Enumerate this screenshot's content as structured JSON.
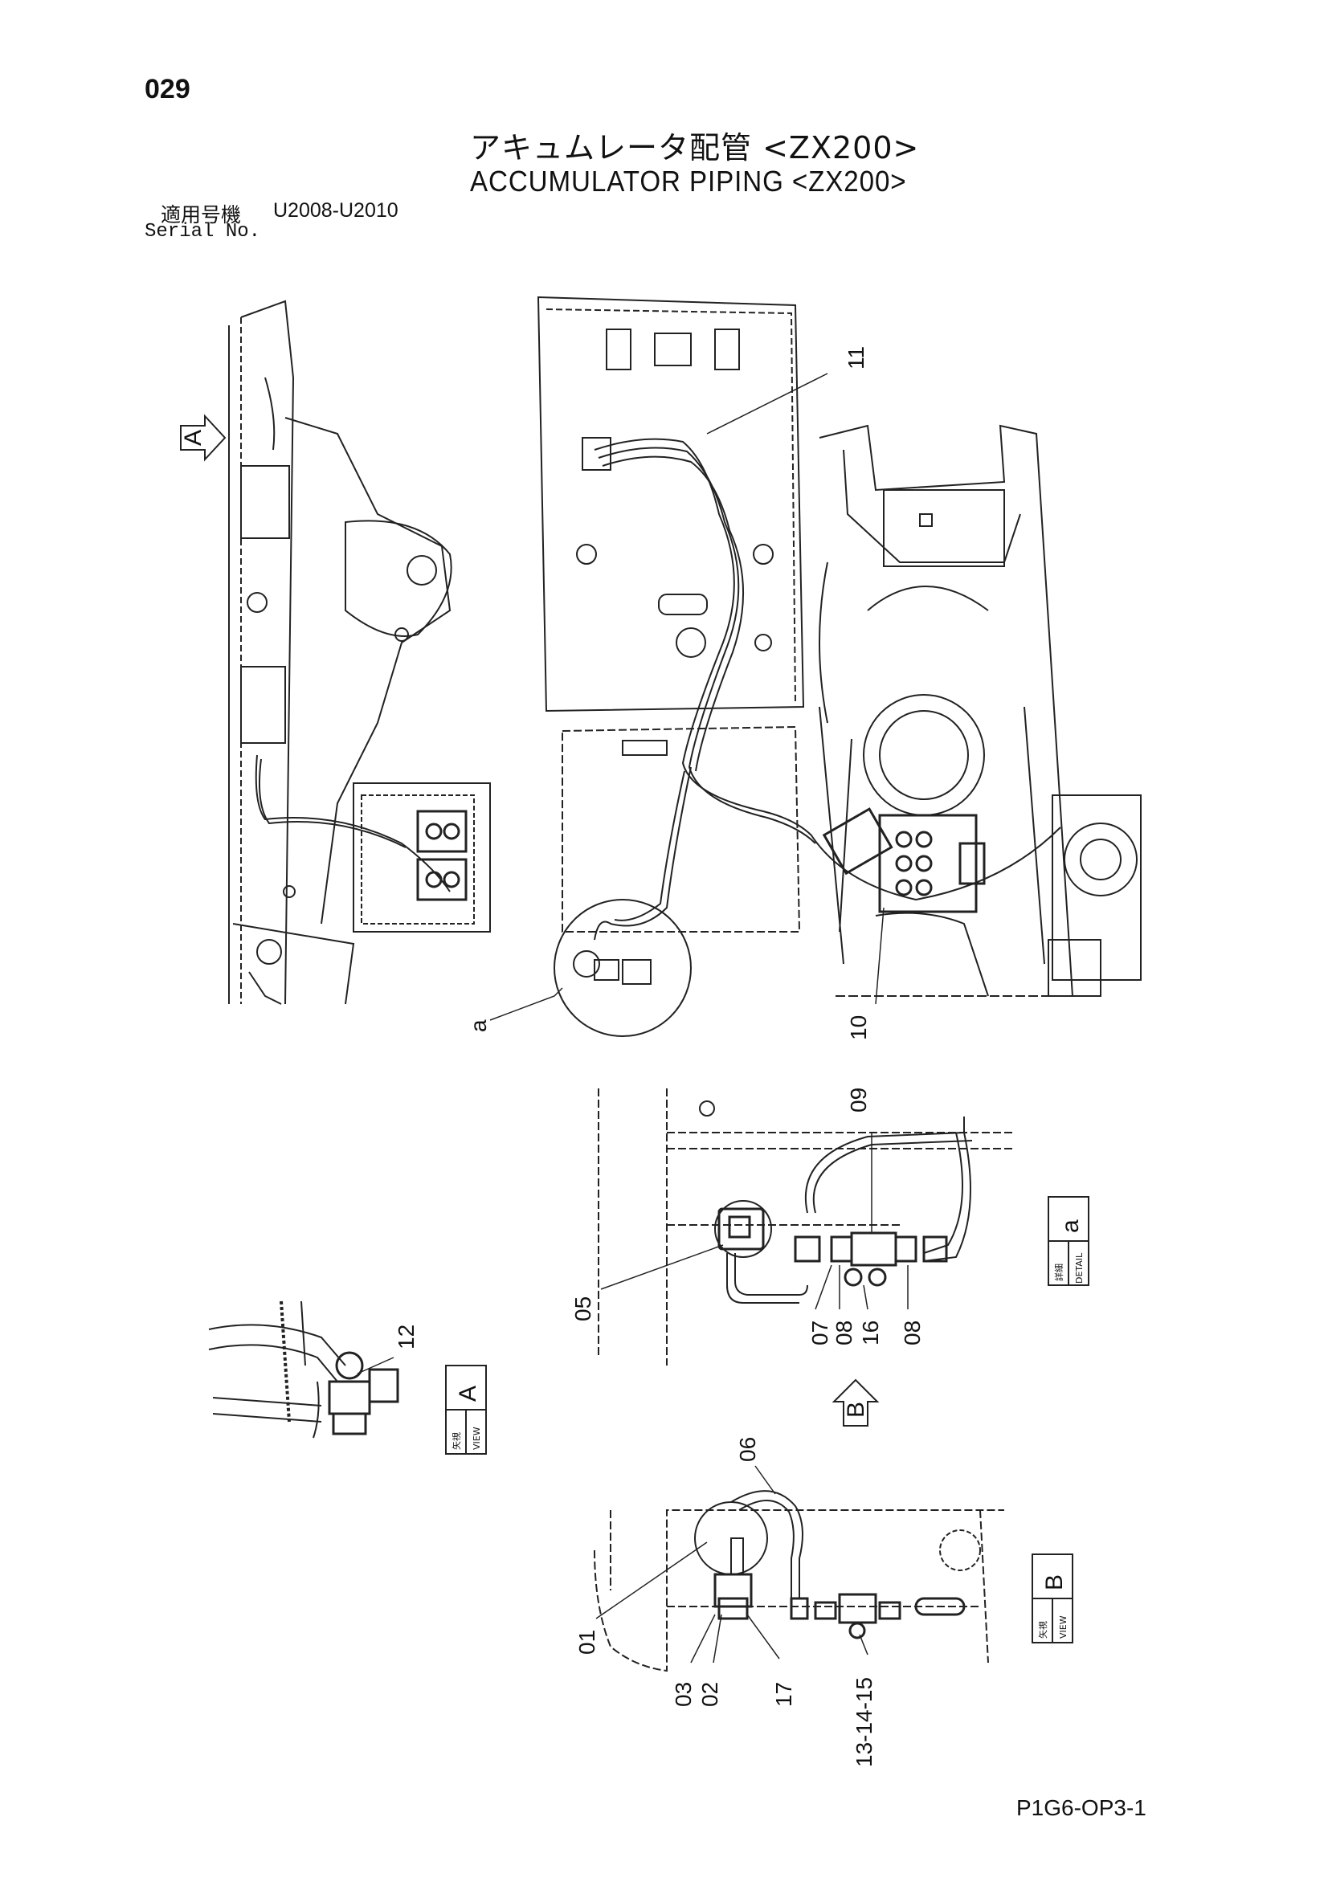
{
  "header": {
    "page_number": "029",
    "title_jp": "アキュムレータ配管 <ZX200>",
    "title_en": "ACCUMULATOR PIPING <ZX200>"
  },
  "serial": {
    "label_jp": "適用号機",
    "range": "U2008-U2010",
    "label_en": "Serial No."
  },
  "callouts": {
    "p11": "11",
    "p10": "10",
    "a": "a",
    "p09": "09",
    "p05": "05",
    "p07": "07",
    "p08a": "08",
    "p16": "16",
    "p08b": "08",
    "p12": "12",
    "p06": "06",
    "p01": "01",
    "p03": "03",
    "p02": "02",
    "p17": "17",
    "p13_15": "13-14-15"
  },
  "view_labels": {
    "view_a_arrow": "A",
    "view_b_arrow": "B",
    "view_a_box_letter": "A",
    "view_a_box_jp": "矢視",
    "view_a_box_en": "VIEW",
    "detail_a_box_letter": "a",
    "detail_a_box_jp": "詳細",
    "detail_a_box_en": "DETAIL",
    "view_b_box_letter": "B",
    "view_b_box_jp": "矢視",
    "view_b_box_en": "VIEW"
  },
  "footer": {
    "drawing_code": "P1G6-OP3-1"
  }
}
